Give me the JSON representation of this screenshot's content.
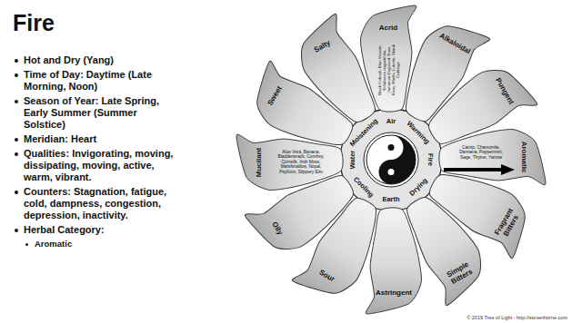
{
  "diagram": {
    "title": "Fire",
    "nodes": [
      {
        "text": [
          "Acrid",
          "Black Cohosh, Blue Vervain, Echinacea angustifolia, Jamaican Dogwood, Kava Kava, Khella, Lobelia, Skunk Cabbage"
        ]
      },
      {
        "text": [
          "Alkaloidal"
        ]
      },
      {
        "text": [
          "Pungent"
        ]
      },
      {
        "text": [
          "Aromatic",
          "Catnip, Chamomile, Damiana, Peppermint, Sage, Thyme, Yarrow"
        ]
      },
      {
        "text": [
          "Fragrant Bitters"
        ]
      },
      {
        "text": [
          "Simple Bitters"
        ]
      },
      {
        "text": [
          "Astringent"
        ]
      },
      {
        "text": [
          "Sour"
        ]
      },
      {
        "text": [
          "Oily"
        ]
      },
      {
        "text": [
          "Mucilant",
          "Aloe Vera, Banana, Bladderwrack, Comfrey, Cornsilk, Irish Moss, Marshmallow, Nopal, Psyllium, Slippery Elm"
        ]
      },
      {
        "text": [
          "Sweet"
        ]
      },
      {
        "text": [
          "Salty"
        ]
      }
    ],
    "labels": [
      "Hot and Dry (Yang)",
      "Time of Day: Daytime (Late Morning, Noon)",
      "Season of Year: Late Spring, Early Summer (Summer Solstice)",
      "Meridian: Heart",
      "Qualities: Invigorating, moving, dissipating, moving, active, warm, vibrant.",
      "Counters: Stagnation, fatigue, cold, dampness, congestion, depression, inactivity.",
      "Herbal Category:",
      "Aromatic",
      "Air",
      "Warming",
      "Fire",
      "Drying",
      "Earth",
      "Cooling",
      "Water",
      "Moistening",
      "© 2019 Tree of Light - http://stevenhorne.com"
    ]
  }
}
